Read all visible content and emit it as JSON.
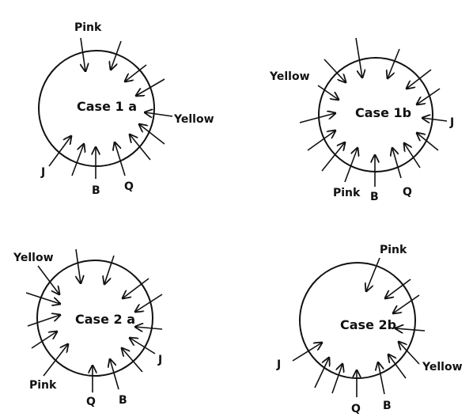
{
  "cases": [
    {
      "id": "case-1a",
      "title": "Case 1 a",
      "labels": {
        "pink": "Pink",
        "yellow": "Yellow",
        "j": "J",
        "b": "B",
        "q": "Q"
      }
    },
    {
      "id": "case-1b",
      "title": "Case 1b",
      "labels": {
        "yellow": "Yellow",
        "j": "J",
        "pink": "Pink",
        "b": "B",
        "q": "Q"
      }
    },
    {
      "id": "case-2a",
      "title": "Case 2 a",
      "labels": {
        "yellow": "Yellow",
        "j": "J",
        "pink": "Pink",
        "q": "Q",
        "b": "B"
      }
    },
    {
      "id": "case-2b",
      "title": "Case 2b",
      "labels": {
        "pink": "Pink",
        "j": "J",
        "yellow": "Yellow",
        "q": "Q",
        "b": "B"
      }
    }
  ],
  "colors": {
    "stroke": "#111111",
    "background": "#ffffff"
  }
}
